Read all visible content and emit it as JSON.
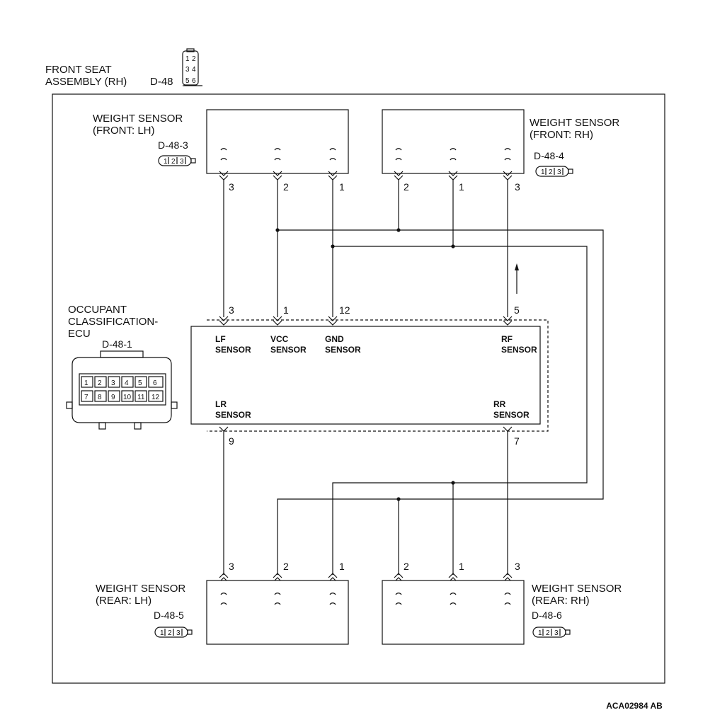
{
  "header": {
    "assembly_line1": "FRONT SEAT",
    "assembly_line2": "ASSEMBLY (RH)",
    "assembly_connector": "D-48",
    "connector_pins": [
      "1",
      "2",
      "3",
      "4",
      "5",
      "6"
    ]
  },
  "sensors": {
    "front_lh": {
      "line1": "WEIGHT SENSOR",
      "line2": "(FRONT: LH)",
      "connector": "D-48-3",
      "pins": [
        "3",
        "2",
        "1"
      ]
    },
    "front_rh": {
      "line1": "WEIGHT SENSOR",
      "line2": "(FRONT: RH)",
      "connector": "D-48-4",
      "pins": [
        "2",
        "1",
        "3"
      ]
    },
    "rear_lh": {
      "line1": "WEIGHT SENSOR",
      "line2": "(REAR: LH)",
      "connector": "D-48-5",
      "pins": [
        "3",
        "2",
        "1"
      ]
    },
    "rear_rh": {
      "line1": "WEIGHT SENSOR",
      "line2": "(REAR: RH)",
      "connector": "D-48-6",
      "pins": [
        "2",
        "1",
        "3"
      ]
    }
  },
  "small_connector_pins": [
    "1",
    "2",
    "3"
  ],
  "ecu": {
    "line1": "OCCUPANT",
    "line2": "CLASSIFICATION-",
    "line3": "ECU",
    "connector": "D-48-1",
    "connector_pins": [
      "1",
      "2",
      "3",
      "4",
      "5",
      "6",
      "7",
      "8",
      "9",
      "10",
      "11",
      "12"
    ],
    "top_pins": [
      "3",
      "1",
      "12",
      "5"
    ],
    "bottom_pins": [
      "9",
      "7"
    ],
    "terminals": {
      "lf": [
        "LF",
        "SENSOR"
      ],
      "vcc": [
        "VCC",
        "SENSOR"
      ],
      "gnd": [
        "GND",
        "SENSOR"
      ],
      "rf": [
        "RF",
        "SENSOR"
      ],
      "lr": [
        "LR",
        "SENSOR"
      ],
      "rr": [
        "RR",
        "SENSOR"
      ]
    }
  },
  "figure_code": "ACA02984 AB"
}
